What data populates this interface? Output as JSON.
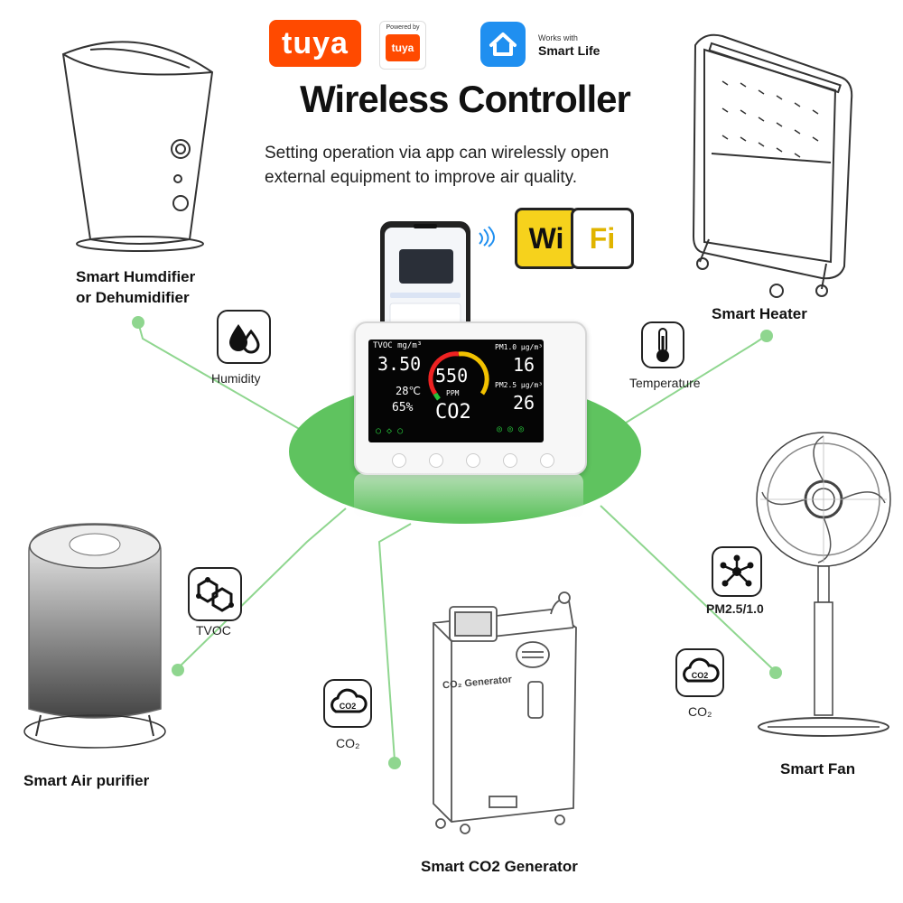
{
  "logos": {
    "tuya": "tuya",
    "powered_by": "Powered by",
    "powered_brand": "tuya",
    "works_with": "Works with",
    "smart_life": "Smart Life"
  },
  "title": "Wireless Controller",
  "subtitle_line1": "Setting operation via app can wirelessly open",
  "subtitle_line2": "external equipment to improve air quality.",
  "wifi_badge": {
    "left": "Wi",
    "right": "Fi"
  },
  "devices": {
    "humidifier_line1": "Smart Humdifier",
    "humidifier_line2": "or Dehumidifier",
    "heater": "Smart Heater",
    "purifier": "Smart Air purifier",
    "co2_generator": "Smart CO2 Generator",
    "fan": "Smart Fan"
  },
  "sensor_labels": {
    "humidity": "Humidity",
    "temperature": "Temperature",
    "tvoc": "TVOC",
    "pm": "PM2.5/1.0",
    "co2_left": "CO₂",
    "co2_right": "CO₂"
  },
  "monitor": {
    "tvoc_label": "TVOC mg/m³",
    "tvoc_value": "3.50",
    "temp_value": "28℃",
    "humidity_value": "65%",
    "co2_value": "550",
    "co2_unit": "PPM",
    "co2_label": "CO2",
    "pm1_label": "PM1.0 μg/m³",
    "pm1_value": "16",
    "pm25_label": "PM2.5 μg/m³",
    "pm25_value": "26"
  },
  "generator_panel_label": "CO₂ Generator",
  "icon_text": {
    "co2_cloud": "CO2"
  },
  "colors": {
    "tuya_orange": "#ff4a00",
    "smart_life_blue": "#1f8ff0",
    "accent_green": "#5fc35f",
    "line_green": "#8fd68f",
    "wifi_yellow": "#f6d21c"
  }
}
